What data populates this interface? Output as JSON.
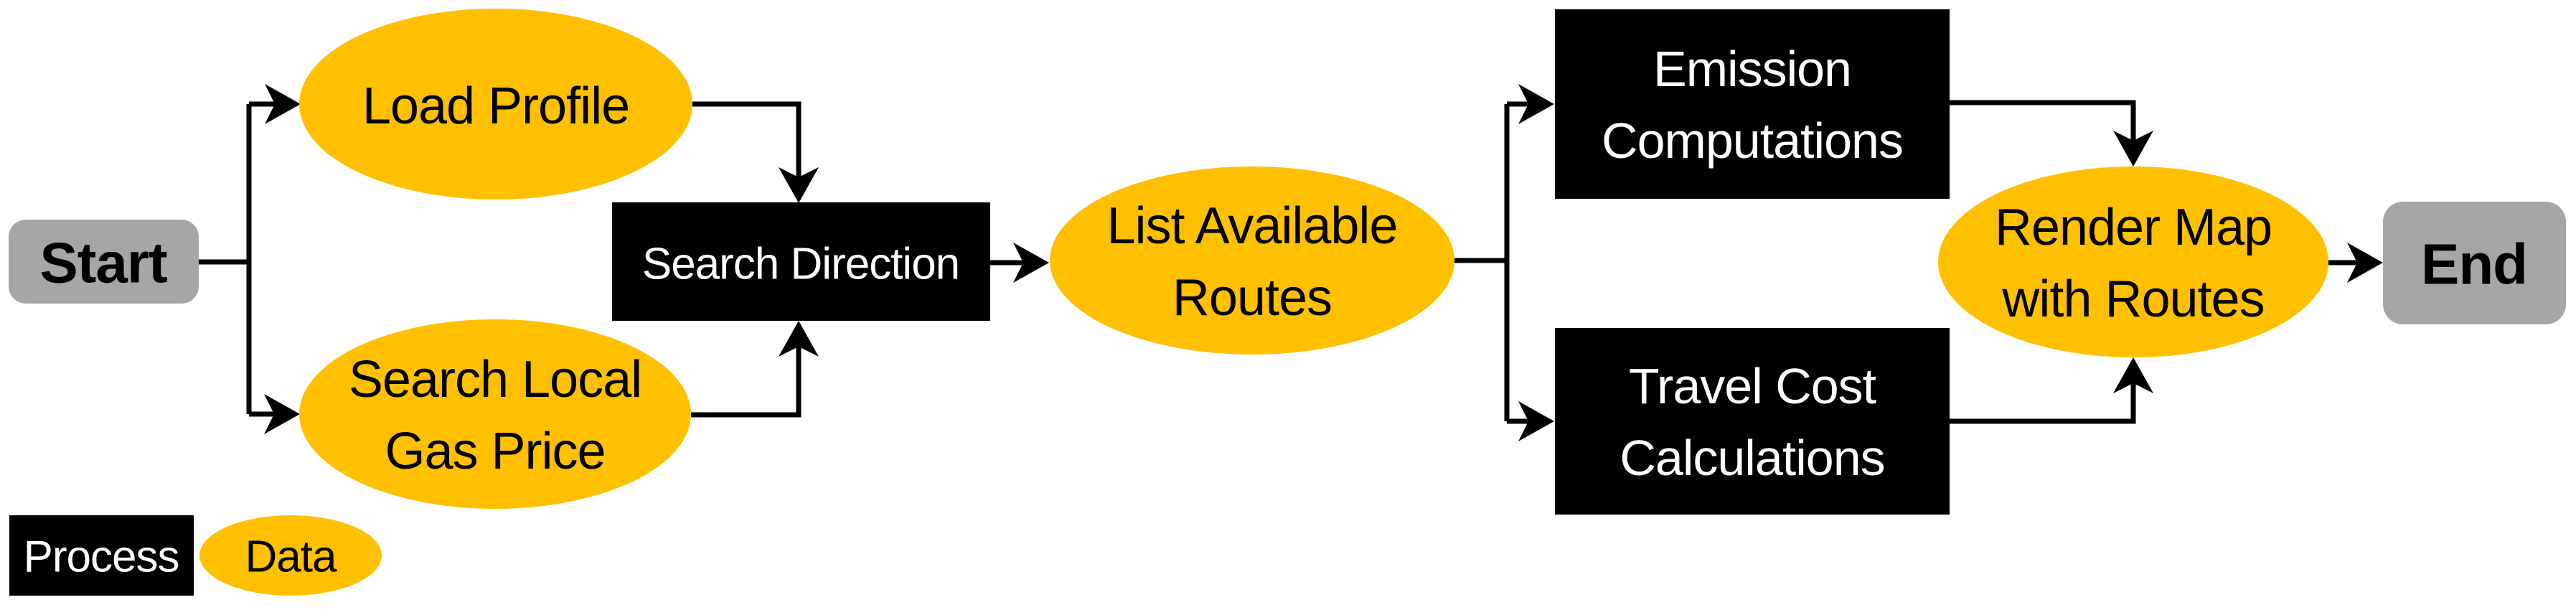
{
  "diagram": {
    "nodes": {
      "start": {
        "label": "Start",
        "type": "terminator"
      },
      "load_profile": {
        "lines": [
          "Load Profile"
        ],
        "type": "data"
      },
      "search_local_gas_price": {
        "lines": [
          "Search Local",
          "Gas Price"
        ],
        "type": "data"
      },
      "search_direction": {
        "lines": [
          "Search Direction"
        ],
        "type": "process"
      },
      "list_available_routes": {
        "lines": [
          "List Available",
          "Routes"
        ],
        "type": "data"
      },
      "emission_computations": {
        "lines": [
          "Emission",
          "Computations"
        ],
        "type": "process"
      },
      "travel_cost_calculations": {
        "lines": [
          "Travel Cost",
          "Calculations"
        ],
        "type": "process"
      },
      "render_map_with_routes": {
        "lines": [
          "Render Map",
          "with Routes"
        ],
        "type": "data"
      },
      "end": {
        "label": "End",
        "type": "terminator"
      }
    },
    "legend": {
      "process_label": "Process",
      "data_label": "Data"
    },
    "colors": {
      "data_fill": "#FFC000",
      "process_fill": "#000000",
      "terminator_fill": "#A6A6A6",
      "connector": "#000000",
      "text_on_dark": "#FFFFFF",
      "text_on_light": "#000000",
      "background": "#FFFFFF"
    }
  }
}
